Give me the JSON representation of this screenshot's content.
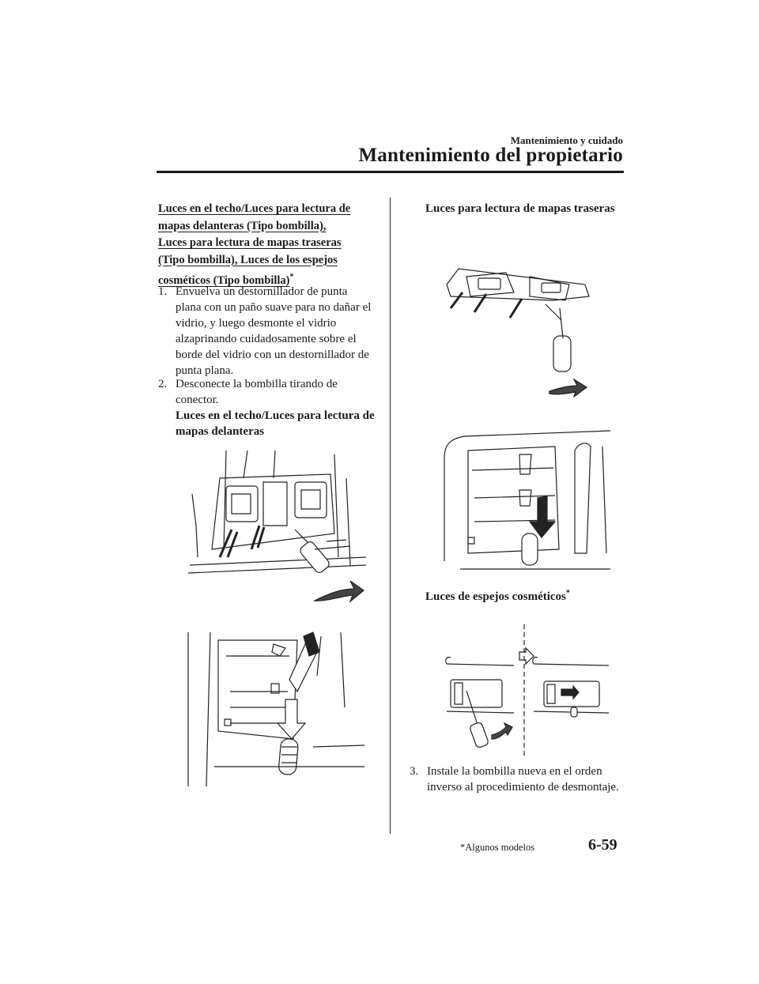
{
  "header": {
    "section": "Mantenimiento y cuidado",
    "chapter": "Mantenimiento del propietario"
  },
  "left": {
    "title_lines": [
      "Luces en el techo/Luces para lectura de",
      "mapas delanteras (Tipo bombilla),",
      "Luces para lectura de mapas traseras",
      "(Tipo bombilla), Luces de los espejos",
      "cosméticos (Tipo bombilla)"
    ],
    "title_mark": "*",
    "step1": {
      "num": "1.",
      "text": "Envuelva un destornillador de punta plana con un paño suave para no dañar el vidrio, y luego desmonte el vidrio alzaprinando cuidadosamente sobre el borde del vidrio con un destornillador de punta plana."
    },
    "step2": {
      "num": "2.",
      "text": "Desconecte la bombilla tirando de conector."
    },
    "subheading_front": "Luces en el techo/Luces para lectura de mapas delanteras"
  },
  "right": {
    "subheading_rear": "Luces para lectura de mapas traseras",
    "subheading_vanity": "Luces de espejos cosméticos",
    "vanity_mark": "*",
    "step3": {
      "num": "3.",
      "text": "Instale la bombilla nueva en el orden inverso al procedimiento de desmontaje."
    }
  },
  "footer": {
    "note": "*Algunos modelos",
    "page_number": "6-59"
  }
}
